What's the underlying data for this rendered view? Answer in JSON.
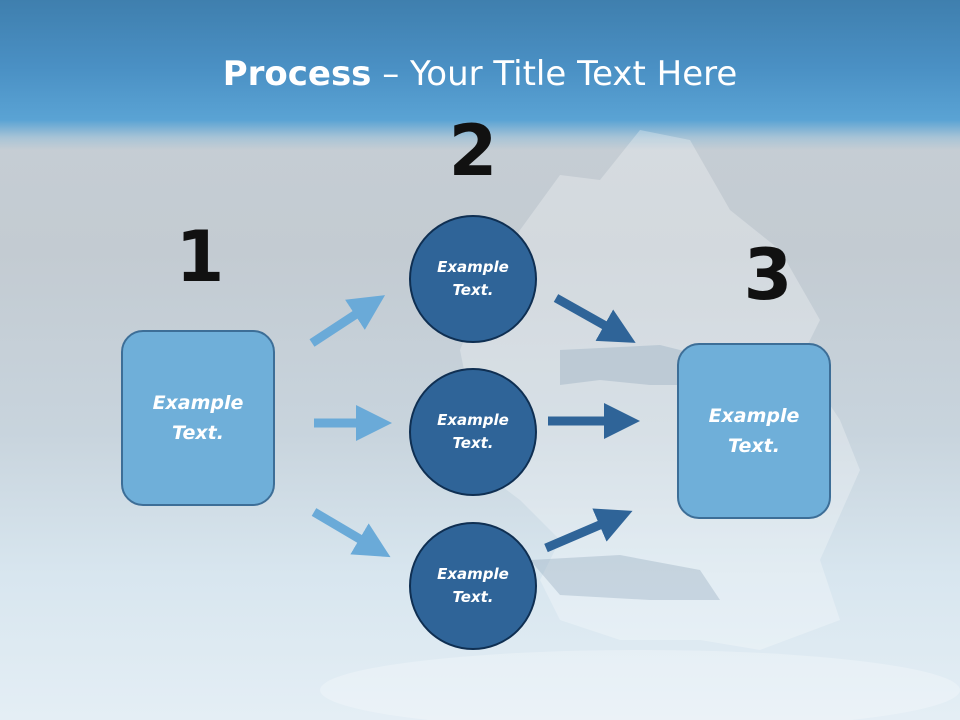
{
  "slide": {
    "title_strong": "Process",
    "title_rest": " – Your Title Text Here"
  },
  "steps": [
    {
      "number": "1",
      "text": "Example Text."
    },
    {
      "number": "2",
      "texts": [
        "Example Text.",
        "Example Text.",
        "Example Text."
      ]
    },
    {
      "number": "3",
      "text": "Example Text."
    }
  ],
  "colors": {
    "header_blue": "#4a90c4",
    "box_fill": "#6fafd9",
    "circle_fill": "#2f6498",
    "arrow_light": "#6aaad8",
    "arrow_dark": "#2f6498"
  },
  "icons": {
    "background": "puzzle-pieces-image",
    "connector": "arrow-icon"
  }
}
